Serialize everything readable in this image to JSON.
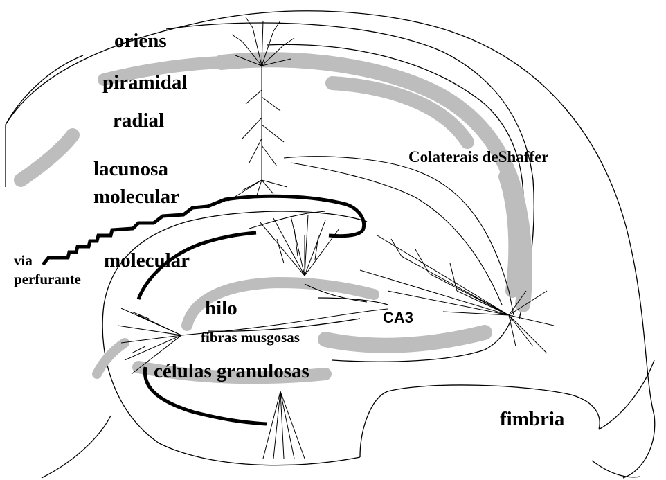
{
  "labels": {
    "oriens": "oriens",
    "piramidal": "piramidal",
    "radial": "radial",
    "lacunosa": "lacunosa",
    "molecular_ca1": "molecular",
    "colaterais": "Colaterais deShaffer",
    "via": "via",
    "perfurante": "perfurante",
    "molecular_dg": "molecular",
    "hilo": "hilo",
    "ca3": "CA3",
    "fibras": "fibras musgosas",
    "celulas": "células granulosas",
    "fimbria": "fimbria"
  },
  "colors": {
    "stroke": "#000000",
    "cell_layer_band": "#bdbdbd",
    "background": "#ffffff"
  }
}
